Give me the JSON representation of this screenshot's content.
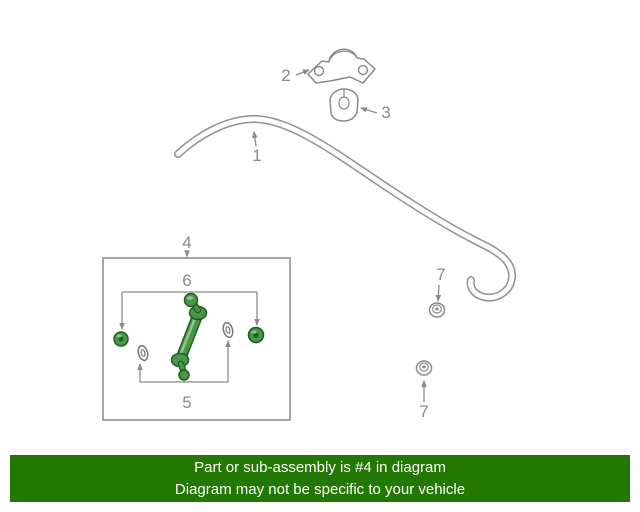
{
  "banner": {
    "line1": "Part or sub-assembly is #4 in diagram",
    "line2": "Diagram may not be specific to your vehicle",
    "bg_color": "#237804",
    "text_color": "#ffffff"
  },
  "diagram": {
    "highlight_color": "#4a9648",
    "highlight_outline_color": "#1f5e1f",
    "outline_color": "#8a8a8a",
    "callouts": {
      "stabilizer_bar": "1",
      "bracket": "2",
      "bushing": "3",
      "link_assembly": "4",
      "link_lower": "5",
      "link_upper": "6",
      "nut_upper": "7",
      "nut_lower": "7"
    }
  }
}
